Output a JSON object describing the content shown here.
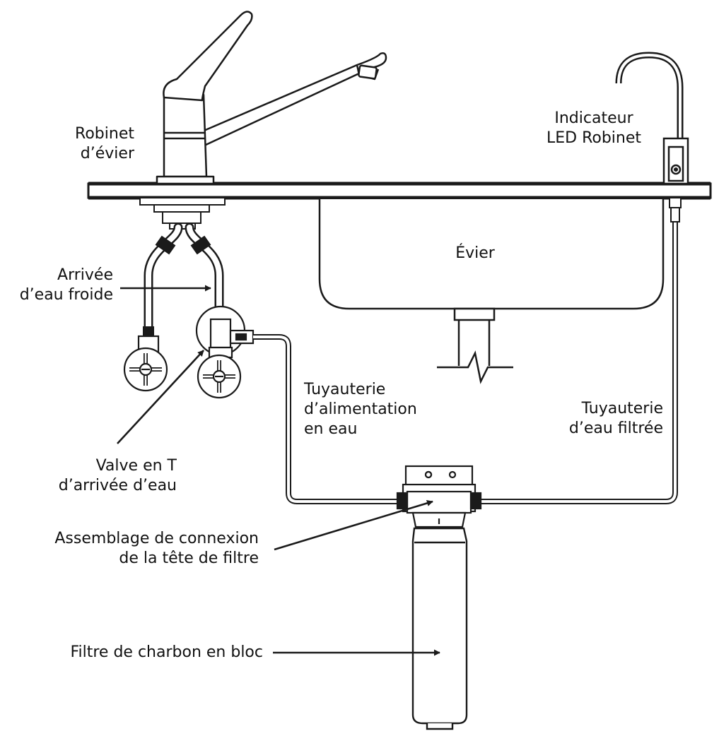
{
  "colors": {
    "stroke": "#1a1a1a",
    "background": "#ffffff",
    "text": "#111111"
  },
  "labels": {
    "sink_faucet": [
      "Robinet",
      "d’évier"
    ],
    "led_faucet": [
      "Indicateur",
      "LED Robinet"
    ],
    "sink": [
      "Évier"
    ],
    "cold_water_inlet": [
      "Arrivée",
      "d’eau froide"
    ],
    "supply_tubing": [
      "Tuyauterie",
      "d’alimentation",
      "en eau"
    ],
    "filtered_tubing": [
      "Tuyauterie",
      "d’eau filtrée"
    ],
    "tee_valve": [
      "Valve en T",
      "d’arrivée d’eau"
    ],
    "filter_head": [
      "Assemblage de connexion",
      "de la tête de filtre"
    ],
    "carbon_filter": [
      "Filtre de charbon en bloc"
    ]
  }
}
